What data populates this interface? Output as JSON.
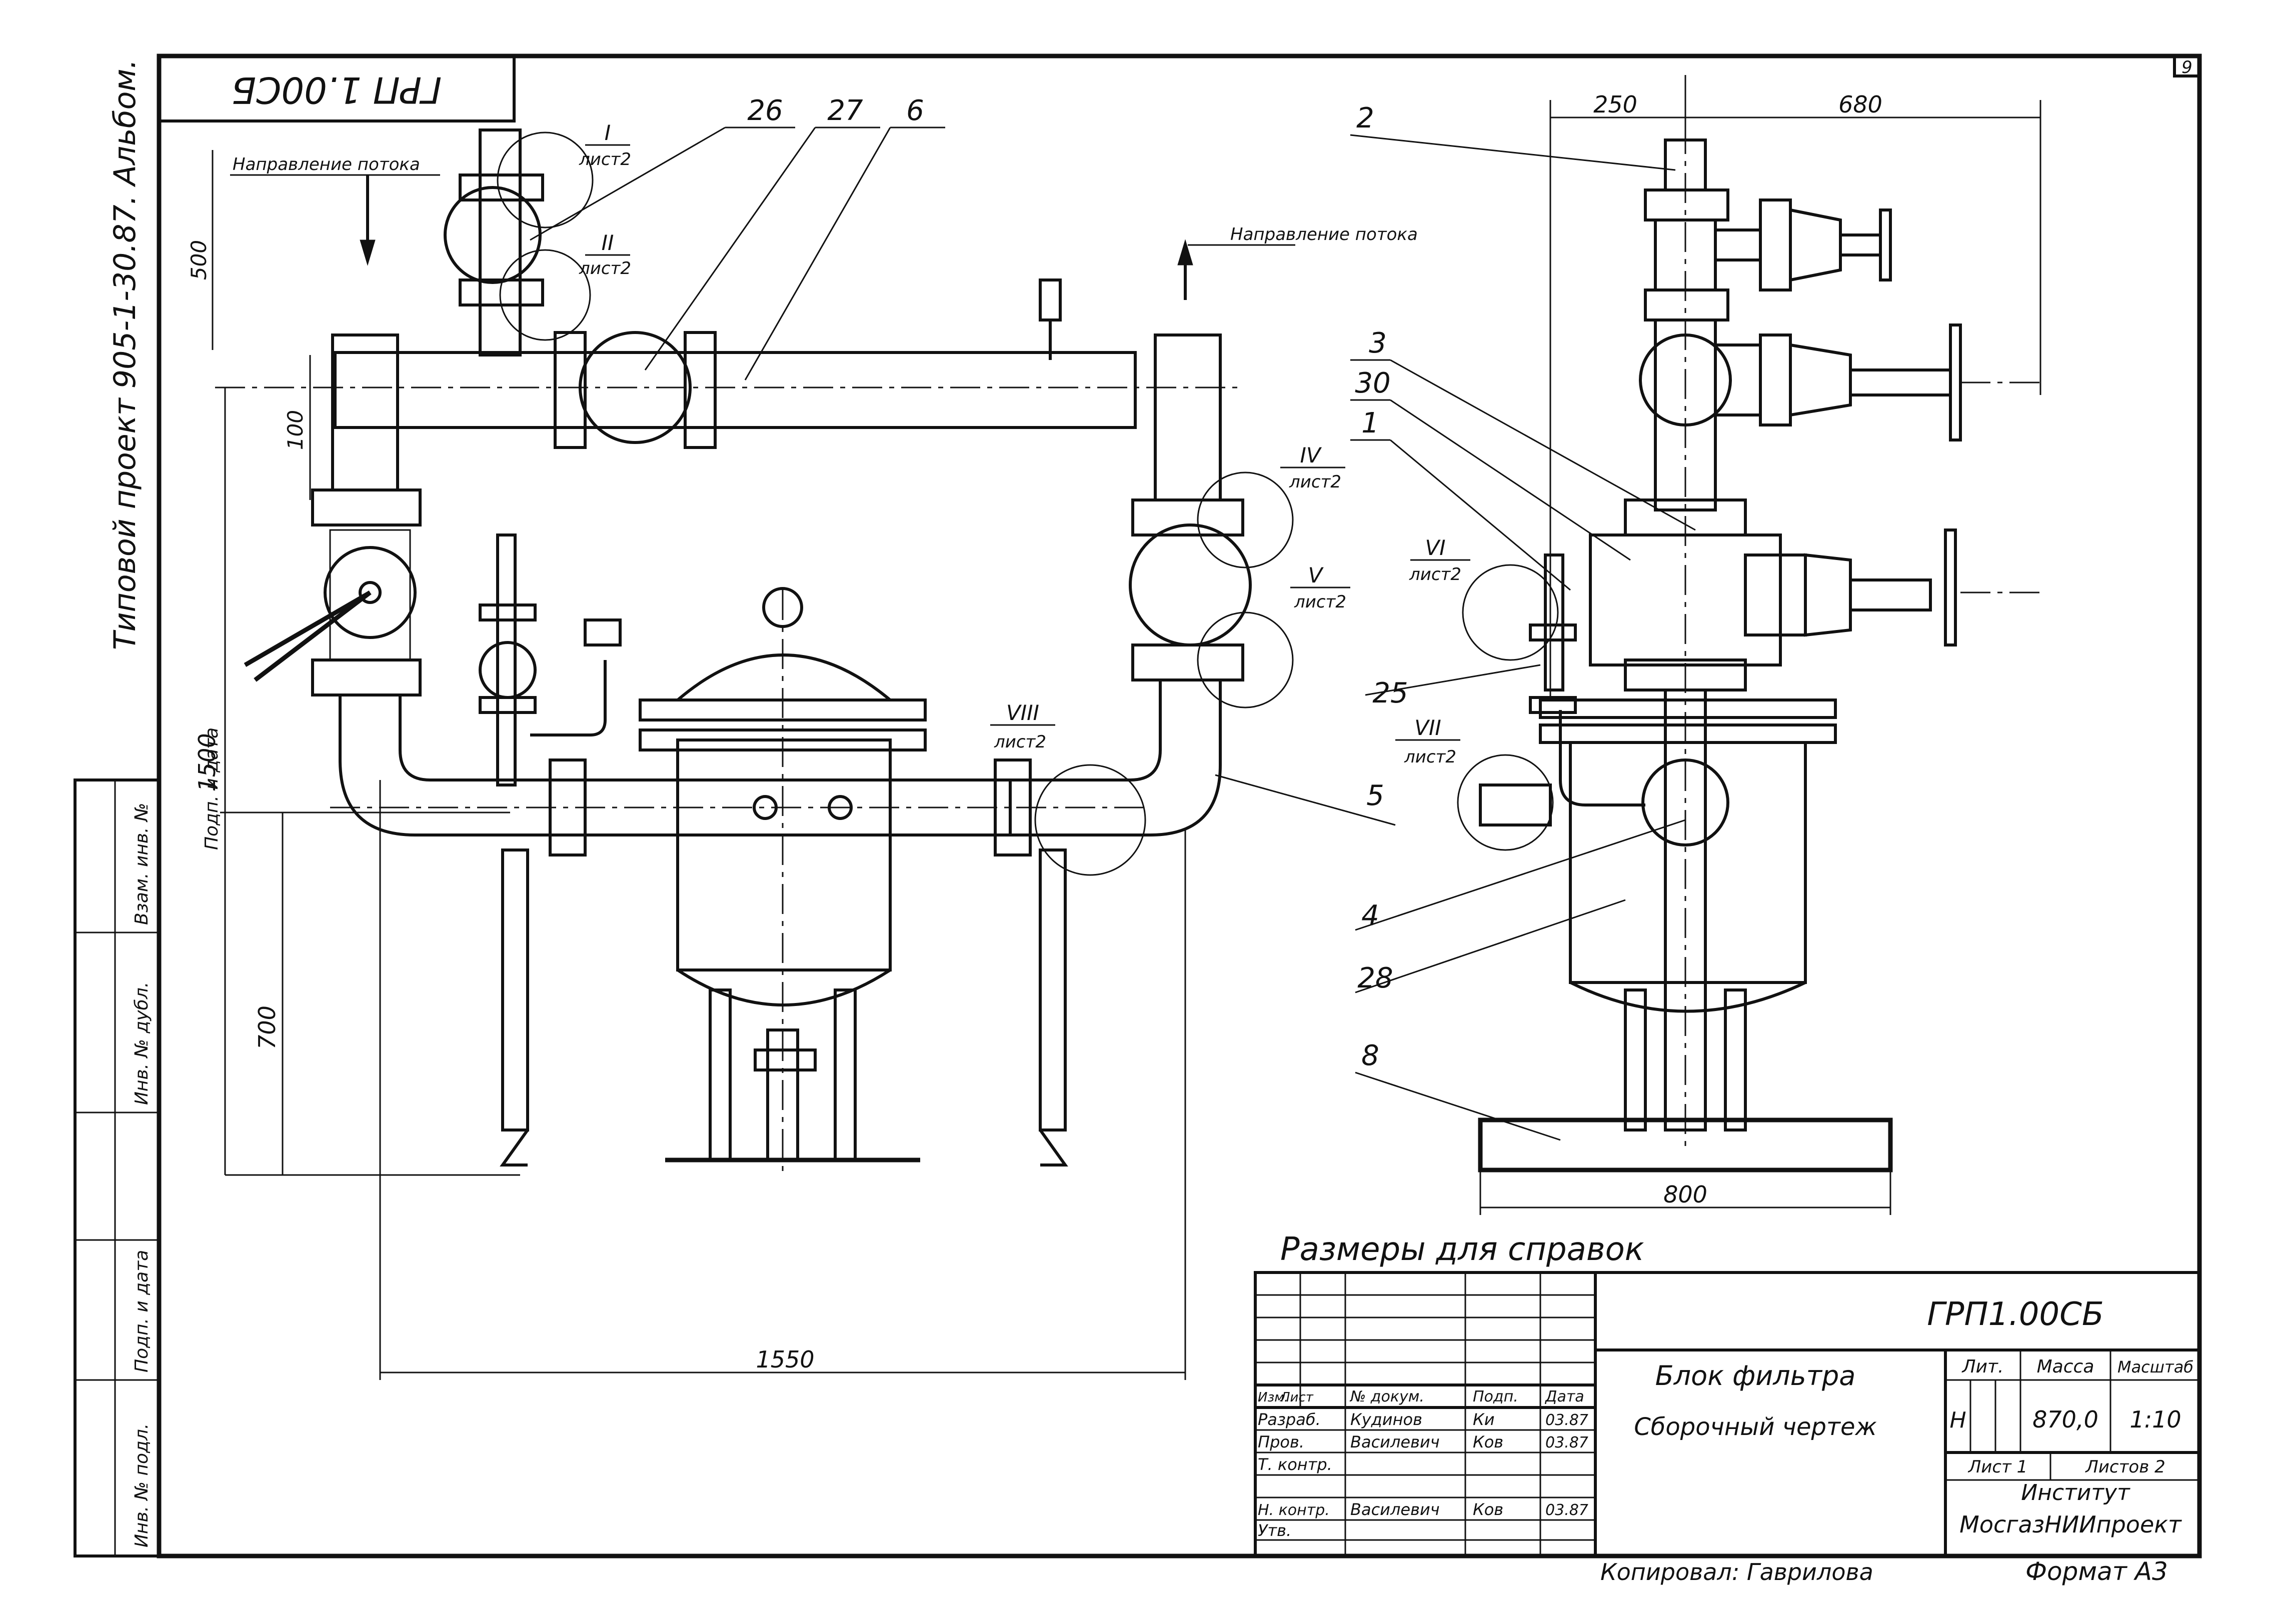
{
  "corner_code": "ГРП 1.00СБ",
  "sheet_number": "9",
  "side_project_text": "Типовой проект 905-1-30.87. Альбом.",
  "flow_labels": [
    "Направление потока",
    "Направление потока"
  ],
  "dimensions": {
    "d250": "250",
    "d680": "680",
    "d500": "500",
    "d100": "100",
    "d1500": "1500",
    "d700": "700",
    "d1550": "1550",
    "d800": "800"
  },
  "positions": [
    "26",
    "27",
    "6",
    "2",
    "3",
    "30",
    "1",
    "25",
    "5",
    "4",
    "28",
    "8"
  ],
  "views": [
    {
      "roman": "I",
      "sheet": "лист2"
    },
    {
      "roman": "II",
      "sheet": "лист2"
    },
    {
      "roman": "IV",
      "sheet": "лист2"
    },
    {
      "roman": "V",
      "sheet": "лист2"
    },
    {
      "roman": "VI",
      "sheet": "лист2"
    },
    {
      "roman": "VII",
      "sheet": "лист2"
    },
    {
      "roman": "VIII",
      "sheet": "лист2"
    }
  ],
  "reference_note": "Размеры для справок",
  "left_margin_labels": [
    "Взам. инв. №",
    "Инв. № дубл.",
    "Подп. и дата",
    "Подп. и дата",
    "Инв. № подл."
  ],
  "title_block": {
    "doc_code": "ГРП1.00СБ",
    "name_line1": "Блок  фильтра",
    "name_line2": "Сборочный чертеж",
    "columns": [
      "Изм.",
      "Лист",
      "№ докум.",
      "Подп.",
      "Дата"
    ],
    "rows": [
      {
        "role": "Разраб.",
        "name": "Кудинов",
        "sign": "Ки",
        "date": "03.87"
      },
      {
        "role": "Пров.",
        "name": "Василевич",
        "sign": "Ков",
        "date": "03.87"
      },
      {
        "role": "Т. контр.",
        "name": "",
        "sign": "",
        "date": ""
      },
      {
        "role": "Н. контр.",
        "name": "Василевич",
        "sign": "Ков",
        "date": "03.87"
      },
      {
        "role": "Утв.",
        "name": "",
        "sign": "",
        "date": ""
      }
    ],
    "lit_header": "Лит.",
    "mass_header": "Масса",
    "scale_header": "Масштаб",
    "lit_value": "Н",
    "mass_value": "870,0",
    "scale_value": "1:10",
    "sheet_label": "Лист 1",
    "sheets_label": "Листов 2",
    "institute_line1": "Институт",
    "institute_line2": "МосгазНИИпроект"
  },
  "copied_by": "Копировал: Гаврилова",
  "format": "Формат А3"
}
